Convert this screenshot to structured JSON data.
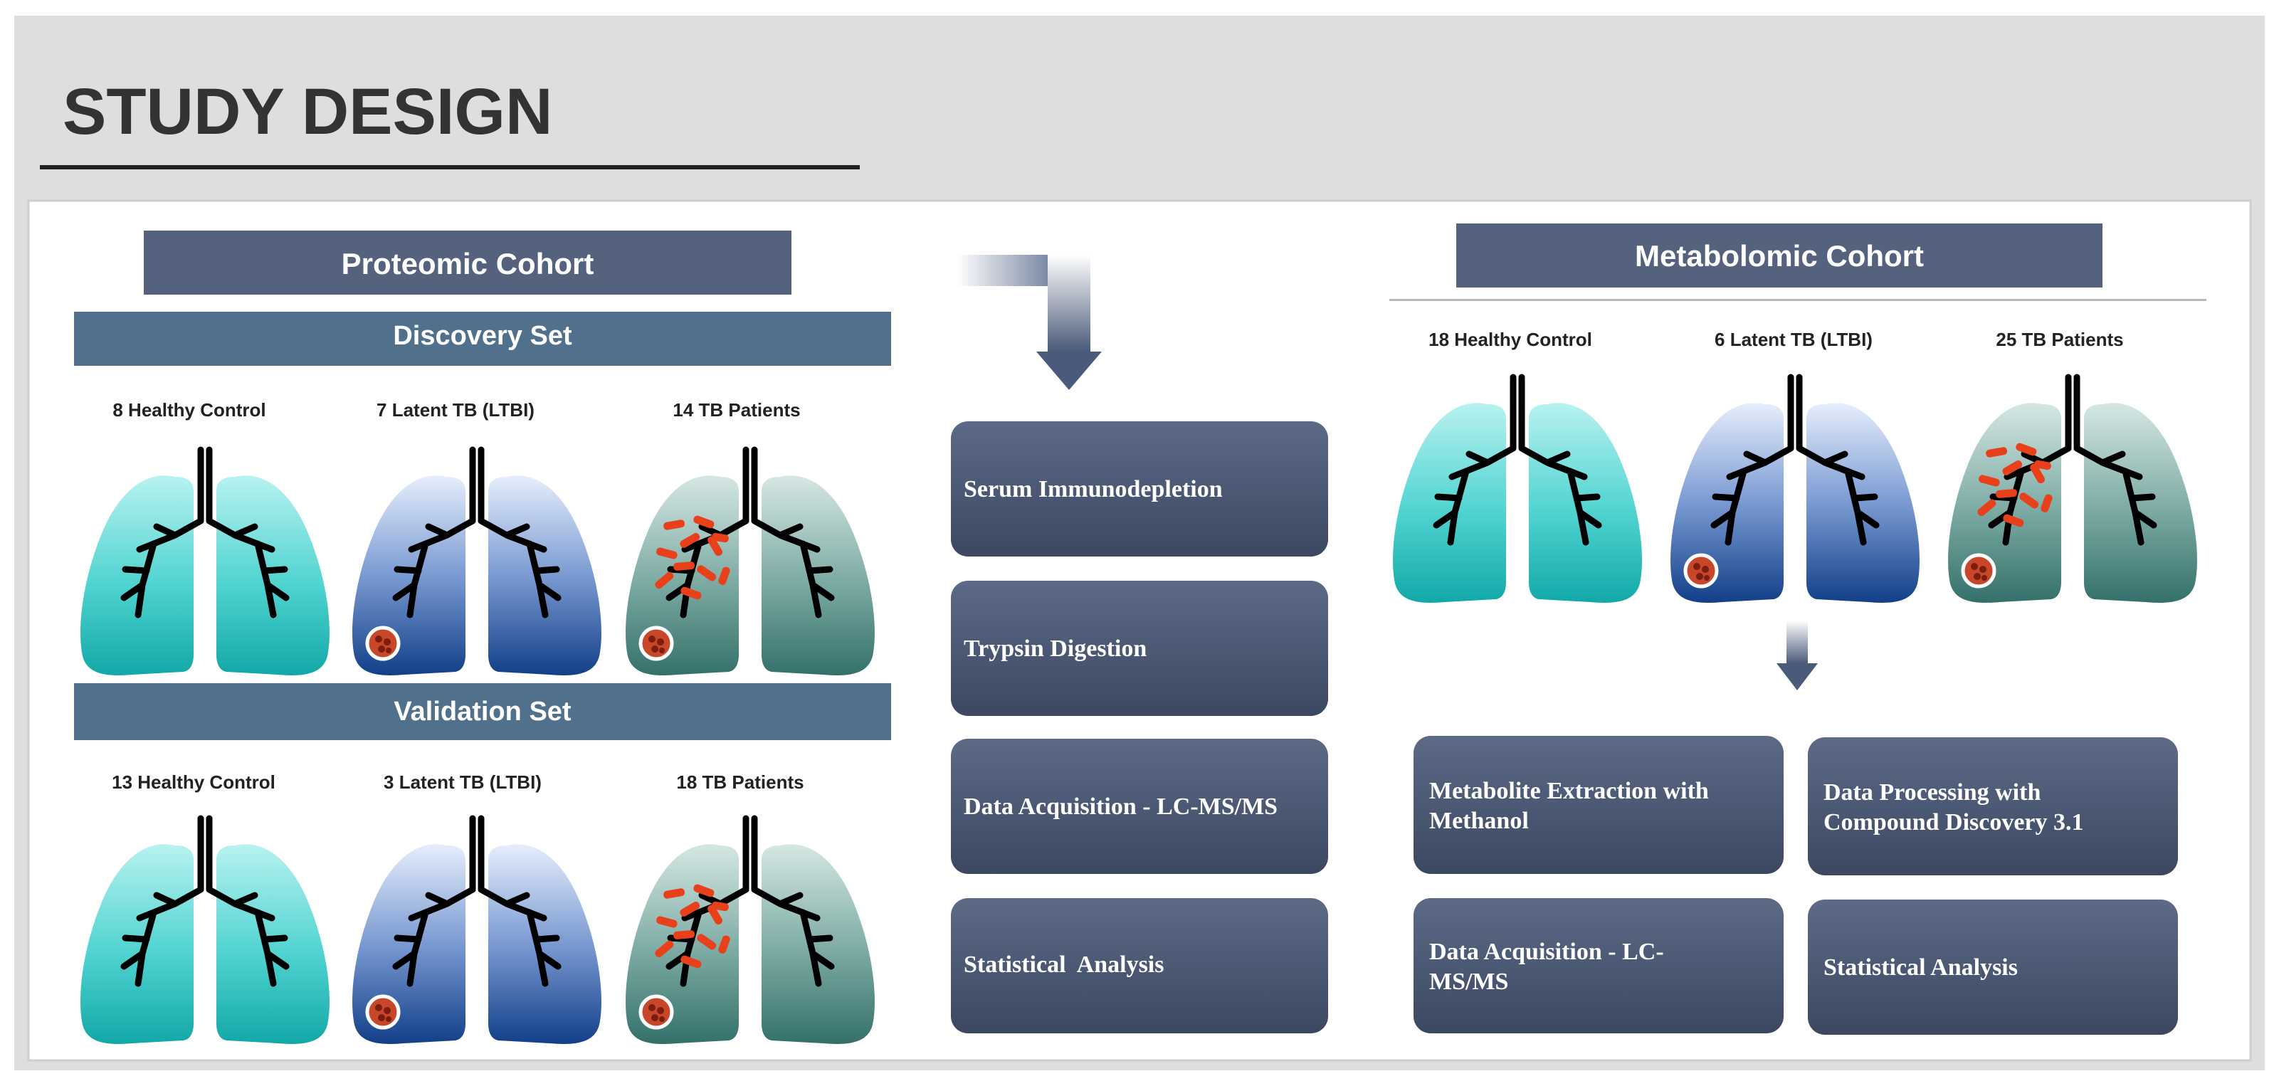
{
  "title": "STUDY DESIGN",
  "proteomic": {
    "title": "Proteomic Cohort",
    "discovery": {
      "label": "Discovery Set",
      "groups": [
        "8 Healthy Control",
        "7 Latent TB (LTBI)",
        "14 TB Patients"
      ]
    },
    "validation": {
      "label": "Validation Set",
      "groups": [
        "13 Healthy Control",
        "3 Latent TB (LTBI)",
        "18 TB Patients"
      ]
    }
  },
  "workflow": {
    "steps": [
      "Serum Immunodepletion",
      "Trypsin Digestion",
      "Data Acquisition - LC-MS/MS",
      "Statistical  Analysis"
    ]
  },
  "metabolomic": {
    "title": "Metabolomic Cohort",
    "groups": [
      "18 Healthy Control",
      "6 Latent TB (LTBI)",
      "25 TB Patients"
    ],
    "steps": [
      [
        "Metabolite Extraction with",
        "Methanol"
      ],
      [
        "Data Processing with",
        "Compound Discovery 3.1"
      ],
      [
        "Data Acquisition - LC-",
        "MS/MS"
      ],
      [
        "Statistical Analysis"
      ]
    ]
  },
  "colors": {
    "header_band": "#dedede",
    "title_text": "#333333",
    "cohort_box": "#54627e",
    "set_bar": "#50708c",
    "step_box_top": "#5c6a86",
    "step_box_bottom": "#3c4862",
    "healthy_lung_top": "#b8f2f0",
    "healthy_lung_bottom": "#12a8a8",
    "latent_lung_top": "#dfe9fa",
    "latent_lung_bottom": "#123f88",
    "tb_lung_top": "#cfe2de",
    "tb_lung_bottom": "#34706a",
    "bacteria": "#e8401a"
  },
  "icons": [
    "lung-healthy-icon",
    "lung-latent-icon",
    "lung-tb-icon",
    "down-arrow-icon",
    "elbow-arrow-icon",
    "granuloma-icon"
  ]
}
